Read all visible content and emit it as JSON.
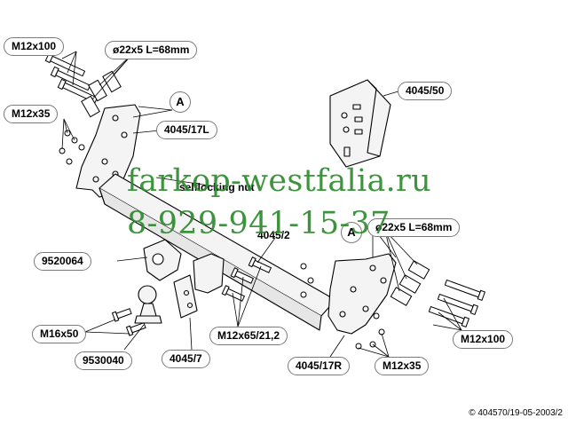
{
  "labels": {
    "bolt_m12x100_top": "M12x100",
    "spacer_top": "ø22x5 L=68mm",
    "bolt_m12x35_left": "M12x35",
    "part_4045_17l": "4045/17L",
    "kit_4045_50": "4045/50",
    "selflocking_nut": "selflocking nut",
    "part_4045_2": "4045/2",
    "spacer_right": "ø22x5 L=68mm",
    "part_9520064": "9520064",
    "bolt_m12x65": "M12x65/21,2",
    "bolt_m16x50": "M16x50",
    "bolt_m12x100_right": "M12x100",
    "part_9530040": "9530040",
    "part_4045_7": "4045/7",
    "part_4045_17r": "4045/17R",
    "bolt_m12x35_right": "M12x35"
  },
  "markers": {
    "a_left": "A",
    "a_right": "A"
  },
  "watermark": {
    "site": "farkop-westfalia.ru",
    "phone": "8-929-941-15-37"
  },
  "copyright": "© 404570/19-05-2003/2",
  "colors": {
    "line": "#000000",
    "fill": "#f4f4f4",
    "watermark": "#2e8b2e"
  }
}
